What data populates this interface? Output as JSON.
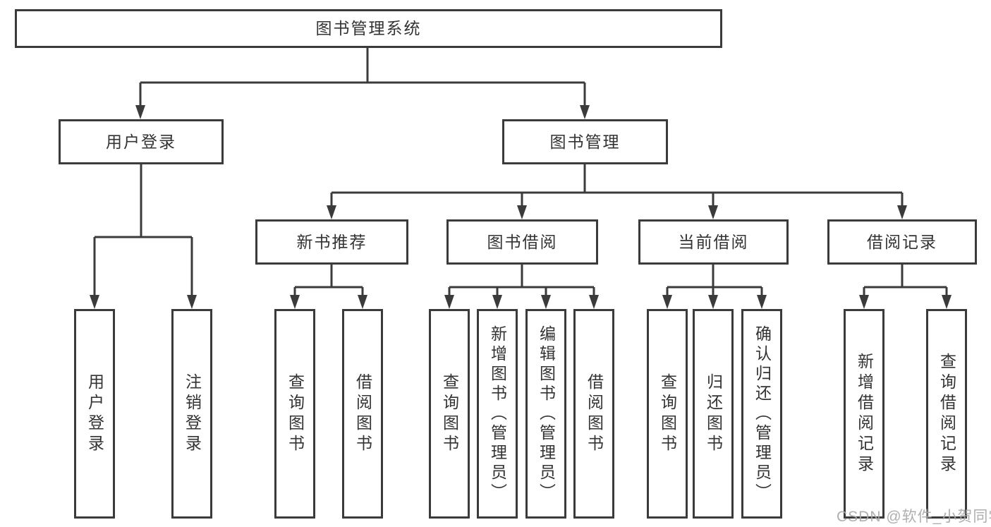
{
  "tree": {
    "root": {
      "label": "图书管理系统"
    },
    "branches": [
      {
        "label": "用户登录",
        "children": [
          {
            "label": "用户登录"
          },
          {
            "label": "注销登录"
          }
        ]
      },
      {
        "label": "图书管理",
        "children": [
          {
            "label": "新书推荐",
            "children": [
              {
                "label": "查询图书"
              },
              {
                "label": "借阅图书"
              }
            ]
          },
          {
            "label": "图书借阅",
            "children": [
              {
                "label": "查询图书"
              },
              {
                "label": "新增图书（管理员）"
              },
              {
                "label": "编辑图书（管理员）"
              },
              {
                "label": "借阅图书"
              }
            ]
          },
          {
            "label": "当前借阅",
            "children": [
              {
                "label": "查询图书"
              },
              {
                "label": "归还图书"
              },
              {
                "label": "确认归还（管理员）"
              }
            ]
          },
          {
            "label": "借阅记录",
            "children": [
              {
                "label": "新增借阅记录"
              },
              {
                "label": "查询借阅记录"
              }
            ]
          }
        ]
      }
    ]
  },
  "watermark": {
    "text": "CSDN @软件_小贺同学"
  },
  "colors": {
    "line": "#3b3b3b",
    "box_border": "#3b3b3b",
    "text": "#333333",
    "watermark": "#a8a8a8",
    "background": "#ffffff"
  }
}
